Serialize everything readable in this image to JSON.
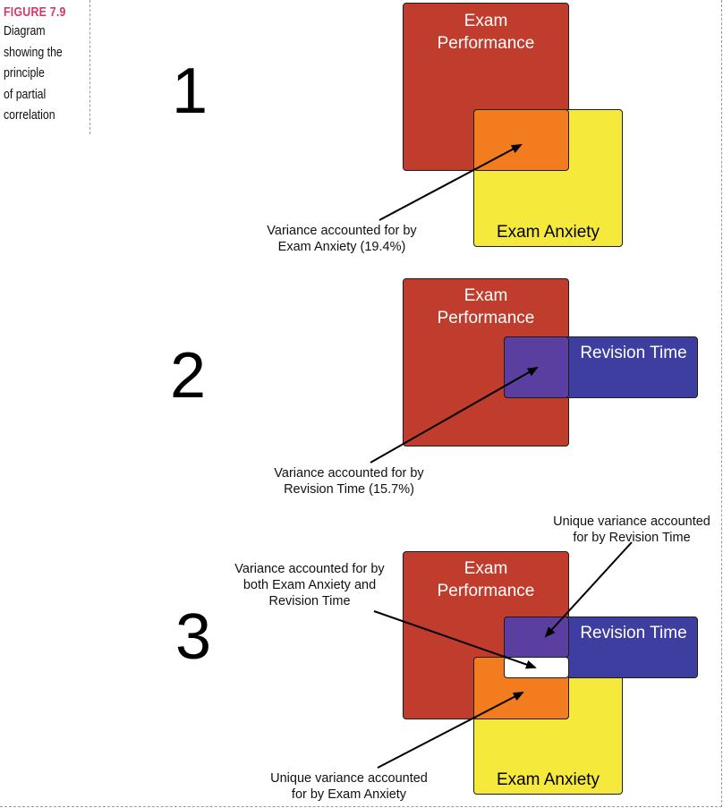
{
  "caption": {
    "figure_label": "FIGURE 7.9",
    "text": "Diagram\nshowing the\nprinciple\nof partial\ncorrelation"
  },
  "panels": [
    {
      "number": "1",
      "exam_performance": "Exam\nPerformance",
      "exam_anxiety": "Exam Anxiety",
      "note": "Variance accounted for by\nExam Anxiety (19.4%)"
    },
    {
      "number": "2",
      "exam_performance": "Exam\nPerformance",
      "revision_time": "Revision Time",
      "note": "Variance accounted for by\nRevision Time (15.7%)"
    },
    {
      "number": "3",
      "exam_performance": "Exam\nPerformance",
      "revision_time": "Revision Time",
      "exam_anxiety": "Exam Anxiety",
      "note_shared": "Variance accounted for by\nboth Exam Anxiety and\nRevision Time",
      "note_revision": "Unique variance accounted\nfor by Revision Time",
      "note_anxiety": "Unique variance accounted\nfor by Exam Anxiety"
    }
  ],
  "colors": {
    "exam_performance": "#c03d2d",
    "exam_anxiety": "#f5ea3c",
    "revision_time": "#3d3ea0",
    "overlap_anxiety_performance": "#f27c1e",
    "overlap_revision_performance": "#5a3fa0",
    "overlap_shared": "#ffffff",
    "figure_label": "#d2386c"
  }
}
